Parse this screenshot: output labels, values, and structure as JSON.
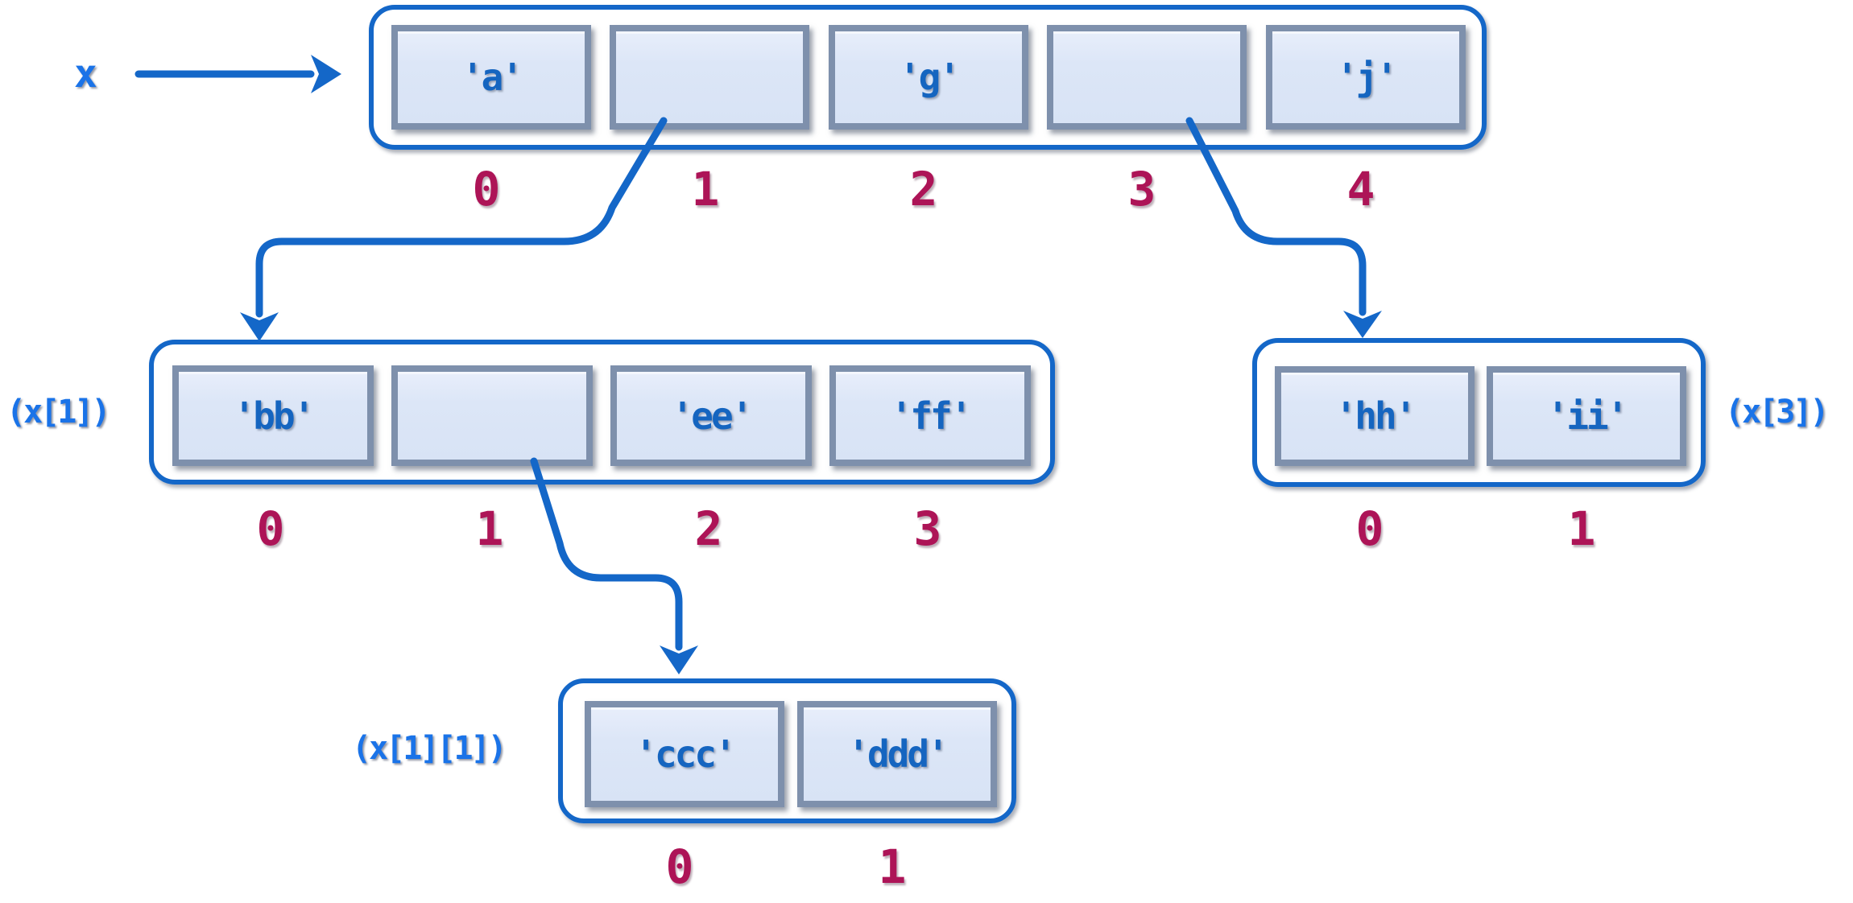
{
  "diagram": "nested-list-pointer-diagram",
  "variable_label": "x",
  "colors": {
    "blue_line": "#1467c8",
    "label_blue": "#1a73e8",
    "cell_text": "#1565c0",
    "index_color": "#ad1457",
    "cell_fill": "#dce6f7",
    "cell_border": "#7e90ac",
    "background": "#ffffff"
  },
  "lists": [
    {
      "id": "x",
      "label": "x",
      "cells": [
        "'a'",
        "",
        "'g'",
        "",
        "'j'"
      ],
      "indices": [
        "0",
        "1",
        "2",
        "3",
        "4"
      ]
    },
    {
      "id": "x1",
      "label": "(x[1])",
      "cells": [
        "'bb'",
        "",
        "'ee'",
        "'ff'"
      ],
      "indices": [
        "0",
        "1",
        "2",
        "3"
      ]
    },
    {
      "id": "x3",
      "label": "(x[3])",
      "cells": [
        "'hh'",
        "'ii'"
      ],
      "indices": [
        "0",
        "1"
      ]
    },
    {
      "id": "x11",
      "label": "(x[1][1])",
      "cells": [
        "'ccc'",
        "'ddd'"
      ],
      "indices": [
        "0",
        "1"
      ]
    }
  ],
  "pointers": [
    {
      "from": "x",
      "to": "top list"
    },
    {
      "from": "x[1] cell",
      "to": "list (x[1])"
    },
    {
      "from": "x[3] cell",
      "to": "list (x[3])"
    },
    {
      "from": "x[1][1] cell",
      "to": "list (x[1][1])"
    }
  ]
}
